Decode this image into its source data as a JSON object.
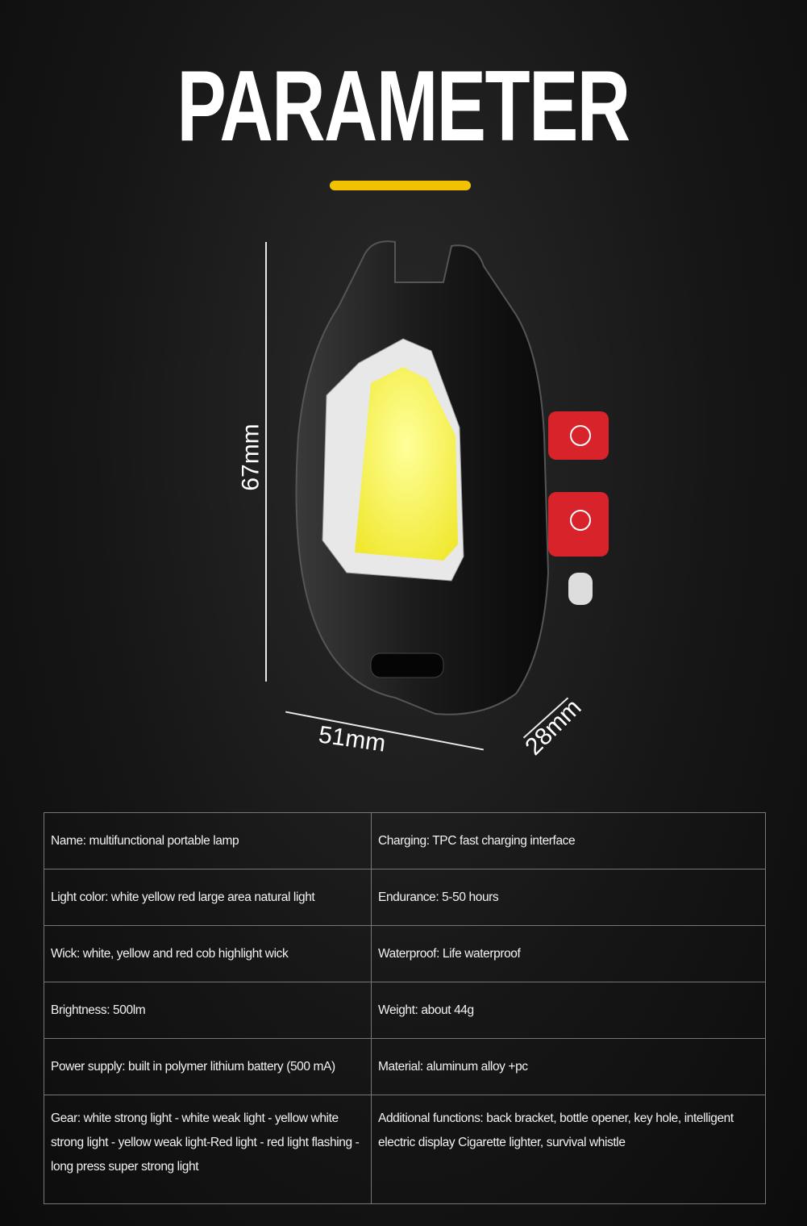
{
  "header": {
    "title": "PARAMETER",
    "accent_color": "#f2c200"
  },
  "dimensions": {
    "height": "67mm",
    "width": "51mm",
    "depth": "28mm"
  },
  "specs": [
    {
      "left": "Name: multifunctional portable lamp",
      "right": "Charging: TPC fast charging interface"
    },
    {
      "left": "Light color: white yellow red large area natural light",
      "right": "Endurance: 5-50 hours"
    },
    {
      "left": "Wick: white, yellow and red cob highlight wick",
      "right": "Waterproof: Life waterproof"
    },
    {
      "left": "Brightness: 500lm",
      "right": "Weight: about 44g"
    },
    {
      "left": "Power supply: built in polymer lithium battery (500 mA)",
      "right": "Material: aluminum alloy +pc"
    },
    {
      "left": "Gear: white strong light - white weak light - yellow white strong light - yellow weak light-Red light - red light flashing - long press super strong light",
      "right": "Additional functions: back bracket, bottle opener, key hole, intelligent electric display Cigarette lighter, survival whistle"
    }
  ]
}
